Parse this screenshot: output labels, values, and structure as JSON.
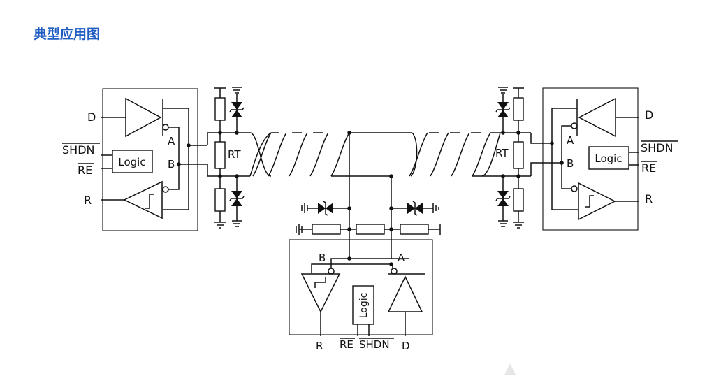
{
  "header": {
    "title": "典型应用图"
  },
  "colors": {
    "title": "#1f5cc4",
    "line": "#111111"
  },
  "left_transceiver": {
    "pins": {
      "d": "D",
      "shdn": "SHDN",
      "re": "RE",
      "r": "R"
    },
    "bus_pins": {
      "a": "A",
      "b": "B"
    },
    "logic": "Logic"
  },
  "right_transceiver": {
    "pins": {
      "d": "D",
      "shdn": "SHDN",
      "re": "RE",
      "r": "R"
    },
    "bus_pins": {
      "a": "A",
      "b": "B"
    },
    "logic": "Logic"
  },
  "bottom_transceiver": {
    "pins": {
      "r": "R",
      "re": "RE",
      "shdn": "SHDN",
      "d": "D"
    },
    "bus_pins": {
      "b": "B",
      "a": "A"
    },
    "logic": "Logic"
  },
  "termination": {
    "left_label": "RT",
    "right_label": "RT"
  }
}
